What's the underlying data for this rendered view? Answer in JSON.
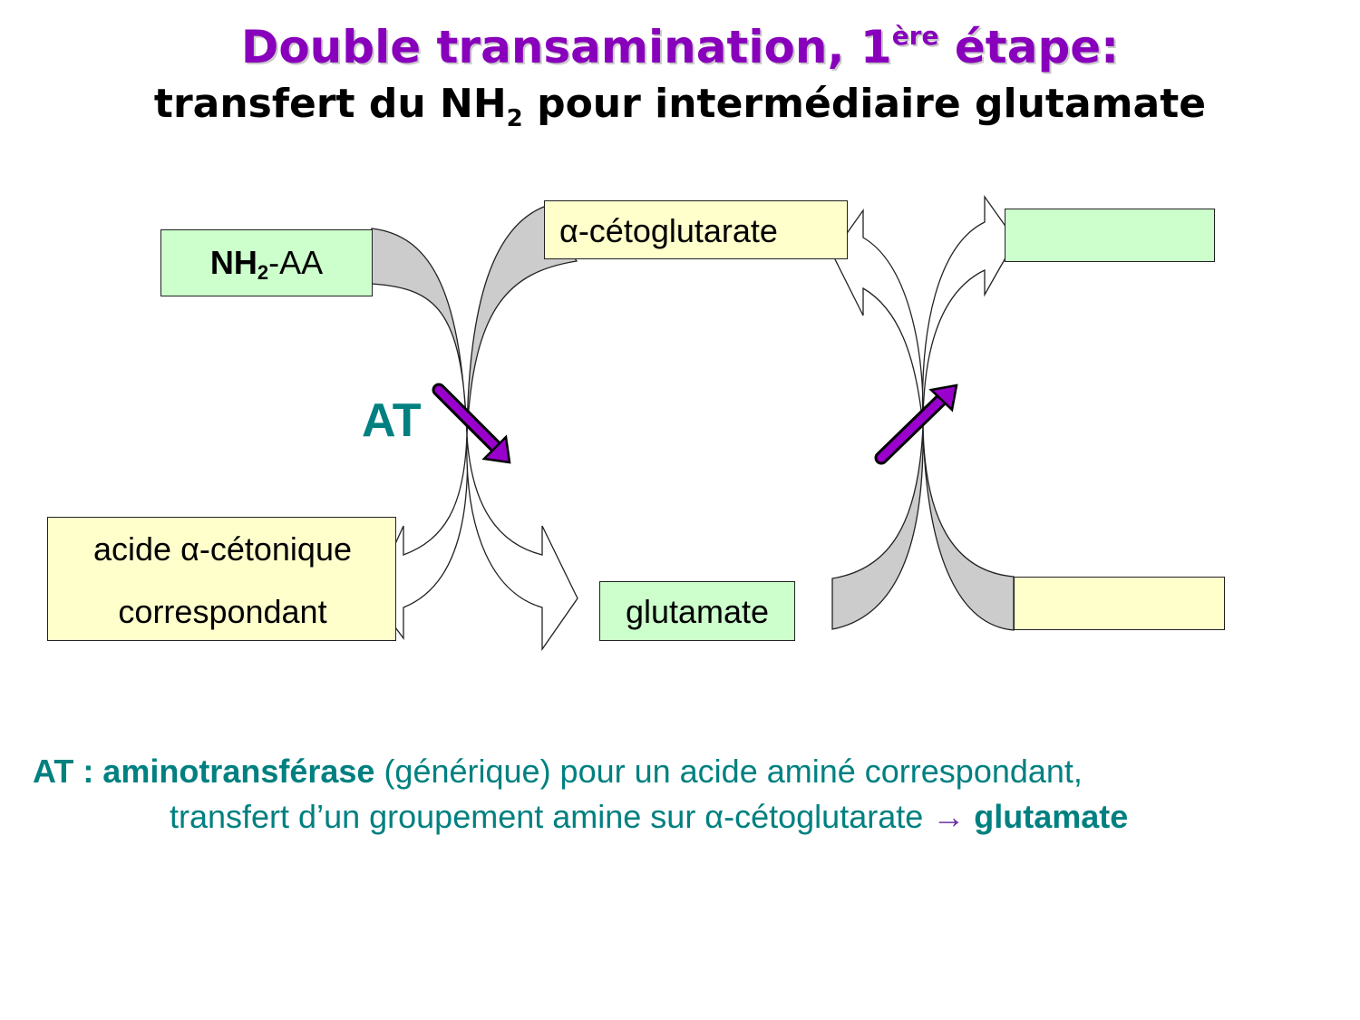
{
  "title": {
    "main": "Double transamination, 1",
    "main_sup": "ère",
    "main_end": " étape:",
    "sub_pre": "transfert du NH",
    "sub_subscript": "2",
    "sub_mid": " pour intermédiaire ",
    "sub_bold": "glutamate"
  },
  "boxes": {
    "nh2aa": {
      "bold": "NH",
      "bold_sub": "2",
      "rest": "-AA"
    },
    "alpha_keto": "α-cétoglutarate",
    "acide_line1": "acide α-cétonique",
    "acide_line2": "correspondant",
    "glutamate": "glutamate"
  },
  "enzyme_label": "AT",
  "caption": {
    "line1_bold": "AT : aminotransférase",
    "line1_rest": " (générique) pour un acide aminé correspondant,",
    "line2_text": "transfert d’un groupement amine sur α-cétoglutarate ",
    "line2_arrow": "→",
    "line2_bold": " glutamate"
  },
  "colors": {
    "title": "#8800bb",
    "teal": "#008080",
    "arrow_purple": "#9900cc",
    "box_green": "#ccffcc",
    "box_yellow": "#ffffcc",
    "flow_gray": "#cccccc"
  }
}
